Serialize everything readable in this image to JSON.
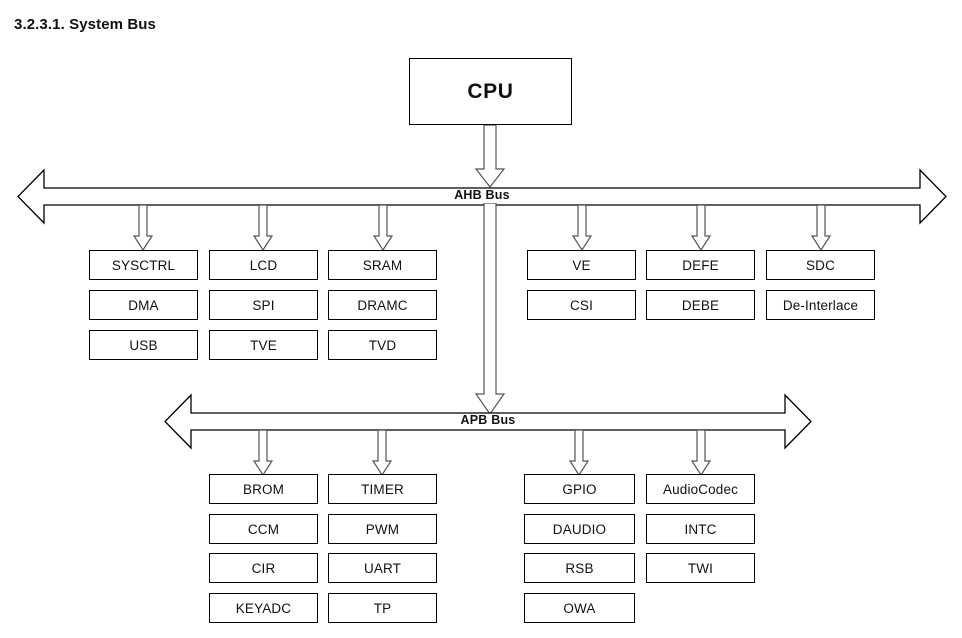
{
  "page": {
    "title": "3.2.3.1. System Bus",
    "background_color": "#ffffff",
    "line_color": "#000000",
    "arrow_fill_color": "#ffffff"
  },
  "diagram": {
    "type": "block-diagram",
    "cpu": {
      "label": "CPU"
    },
    "buses": [
      {
        "id": "ahb",
        "label": "AHB Bus",
        "direction": "bidirectional"
      },
      {
        "id": "apb",
        "label": "APB Bus",
        "direction": "bidirectional"
      }
    ],
    "ahb_columns": [
      {
        "id": "ahb-col-1",
        "blocks": [
          "SYSCTRL",
          "DMA",
          "USB"
        ]
      },
      {
        "id": "ahb-col-2",
        "blocks": [
          "LCD",
          "SPI",
          "TVE"
        ]
      },
      {
        "id": "ahb-col-3",
        "blocks": [
          "SRAM",
          "DRAMC",
          "TVD"
        ]
      },
      {
        "id": "ahb-col-4",
        "blocks": [
          "VE",
          "CSI"
        ]
      },
      {
        "id": "ahb-col-5",
        "blocks": [
          "DEFE",
          "DEBE"
        ]
      },
      {
        "id": "ahb-col-6",
        "blocks": [
          "SDC",
          "De-Interlace"
        ]
      }
    ],
    "apb_columns": [
      {
        "id": "apb-col-1",
        "blocks": [
          "BROM",
          "CCM",
          "CIR",
          "KEYADC"
        ]
      },
      {
        "id": "apb-col-2",
        "blocks": [
          "TIMER",
          "PWM",
          "UART",
          "TP"
        ]
      },
      {
        "id": "apb-col-3",
        "blocks": [
          "GPIO",
          "DAUDIO",
          "RSB",
          "OWA"
        ]
      },
      {
        "id": "apb-col-4",
        "blocks": [
          "AudioCodec",
          "INTC",
          "TWI"
        ]
      }
    ],
    "connections": [
      {
        "from": "CPU",
        "to": "AHB Bus"
      },
      {
        "from": "AHB Bus",
        "to": "APB Bus"
      },
      {
        "from": "AHB Bus",
        "to": "SYSCTRL"
      },
      {
        "from": "AHB Bus",
        "to": "LCD"
      },
      {
        "from": "AHB Bus",
        "to": "SRAM"
      },
      {
        "from": "AHB Bus",
        "to": "VE"
      },
      {
        "from": "AHB Bus",
        "to": "DEFE"
      },
      {
        "from": "AHB Bus",
        "to": "SDC"
      },
      {
        "from": "APB Bus",
        "to": "BROM"
      },
      {
        "from": "APB Bus",
        "to": "TIMER"
      },
      {
        "from": "APB Bus",
        "to": "GPIO"
      },
      {
        "from": "APB Bus",
        "to": "AudioCodec"
      }
    ]
  }
}
